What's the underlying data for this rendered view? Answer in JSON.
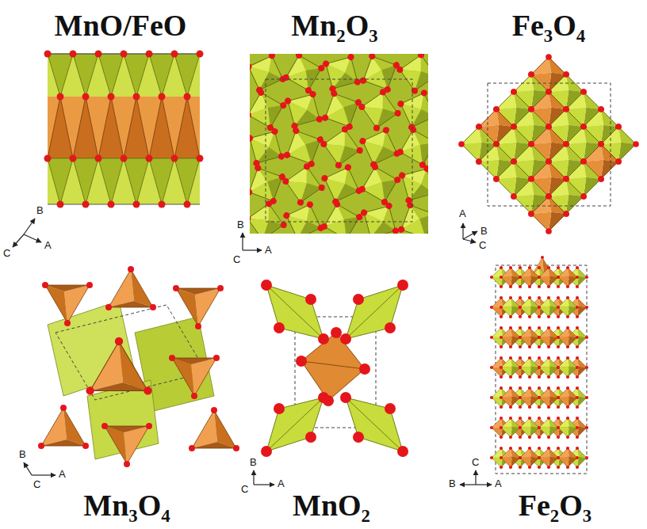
{
  "diagram": {
    "labels": [
      "MnO/FeO",
      "Mn₂O₃",
      "Fe₃O₄",
      "B",
      "C",
      "A",
      "B",
      "C",
      "A",
      "A",
      "B",
      "C",
      "B",
      "C",
      "A",
      "B",
      "C",
      "A",
      "C",
      "B",
      "A",
      "Mn₃O₄",
      "MnO₂",
      "Fe₂O₃"
    ]
  }
}
